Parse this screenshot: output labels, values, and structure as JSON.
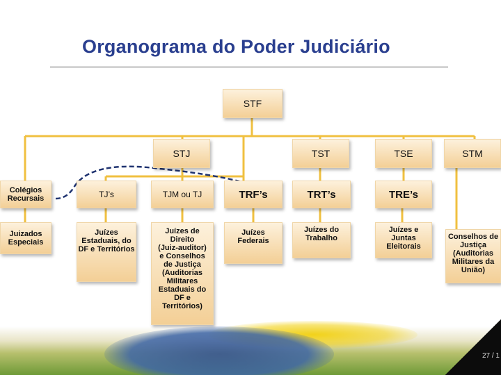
{
  "slide": {
    "title": "Organograma do Poder Judiciário",
    "page_number": "27 / 1"
  },
  "nodes": {
    "stf": "STF",
    "stj": "STJ",
    "tst": "TST",
    "tse": "TSE",
    "stm": "STM",
    "colegios": "Colégios\nRecursais",
    "tjs": "TJ’s",
    "tjm": "TJM ou TJ",
    "trfs": "TRF’s",
    "trts": "TRT’s",
    "tres": "TRE’s",
    "juizados": "Juizados\nEspeciais",
    "juizes_estaduais": "Juízes\nEstaduais, do\nDF e Territórios",
    "juizes_direito": "Juízes de\nDireito\n(Juiz-auditor)\ne Conselhos\nde Justiça\n(Auditorias\nMilitares\nEstaduais do\nDF e\nTerritórios)",
    "juizes_federais": "Juízes\nFederais",
    "juizes_trabalho": "Juízes do\nTrabalho",
    "juizes_eleitorais": "Juízes e\nJuntas\nEleitorais",
    "conselhos_justica": "Conselhos de\nJustiça\n(Auditorias\nMilitares da\nUnião)"
  },
  "colors": {
    "title": "#2a3f8f",
    "connector": "#f0c040",
    "dashed_connector": "#1f3370",
    "box_top": "#fdf1dc",
    "box_bottom": "#f3cf96"
  }
}
